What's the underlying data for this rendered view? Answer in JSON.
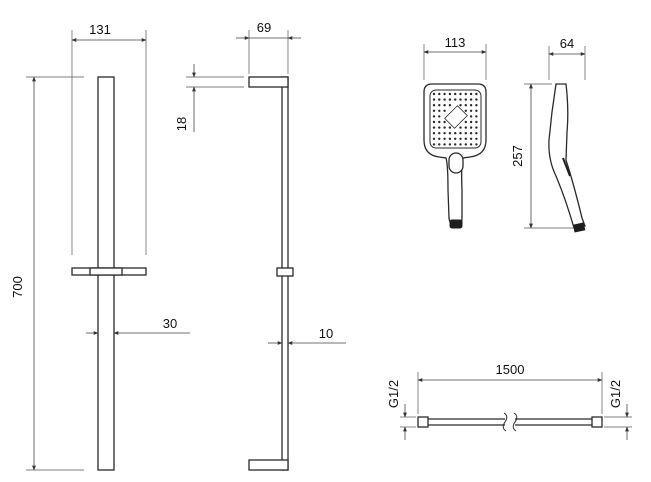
{
  "dimensions": {
    "bar_width": "131",
    "bar_height": "700",
    "bar_diameter": "30",
    "side_depth": "69",
    "bracket_thickness": "18",
    "side_rail": "10",
    "head_width": "113",
    "head_depth": "64",
    "head_length": "257",
    "hose_length": "1500",
    "hose_thread_left": "G1/2",
    "hose_thread_right": "G1/2"
  }
}
